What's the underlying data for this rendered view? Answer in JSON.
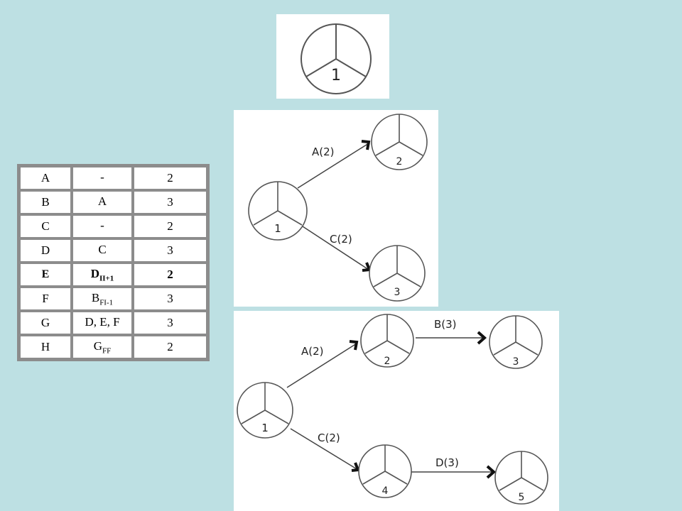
{
  "top_node": {
    "number": "1"
  },
  "table": {
    "rows": [
      {
        "activity": "A",
        "predecessor": "-",
        "sub": "",
        "duration": "2",
        "bold": false
      },
      {
        "activity": "B",
        "predecessor": "A",
        "sub": "",
        "duration": "3",
        "bold": false
      },
      {
        "activity": "C",
        "predecessor": "-",
        "sub": "",
        "duration": "2",
        "bold": false
      },
      {
        "activity": "D",
        "predecessor": "C",
        "sub": "",
        "duration": "3",
        "bold": false
      },
      {
        "activity": "E",
        "predecessor": "D",
        "sub": "II+1",
        "duration": "2",
        "bold": true
      },
      {
        "activity": "F",
        "predecessor": "B",
        "sub": "FI-1",
        "duration": "3",
        "bold": false
      },
      {
        "activity": "G",
        "predecessor": "D, E, F",
        "sub": "",
        "duration": "3",
        "bold": false
      },
      {
        "activity": "H",
        "predecessor": "G",
        "sub": "FF",
        "duration": "2",
        "bold": false
      }
    ]
  },
  "diagram_mid": {
    "nodes": [
      {
        "number": "1"
      },
      {
        "number": "2"
      },
      {
        "number": "3"
      }
    ],
    "edges": [
      {
        "label": "A(2)"
      },
      {
        "label": "C(2)"
      }
    ]
  },
  "diagram_bot": {
    "nodes": [
      {
        "number": "1"
      },
      {
        "number": "2"
      },
      {
        "number": "3"
      },
      {
        "number": "4"
      },
      {
        "number": "5"
      }
    ],
    "edges": [
      {
        "label": "A(2)"
      },
      {
        "label": "B(3)"
      },
      {
        "label": "C(2)"
      },
      {
        "label": "D(3)"
      }
    ]
  }
}
